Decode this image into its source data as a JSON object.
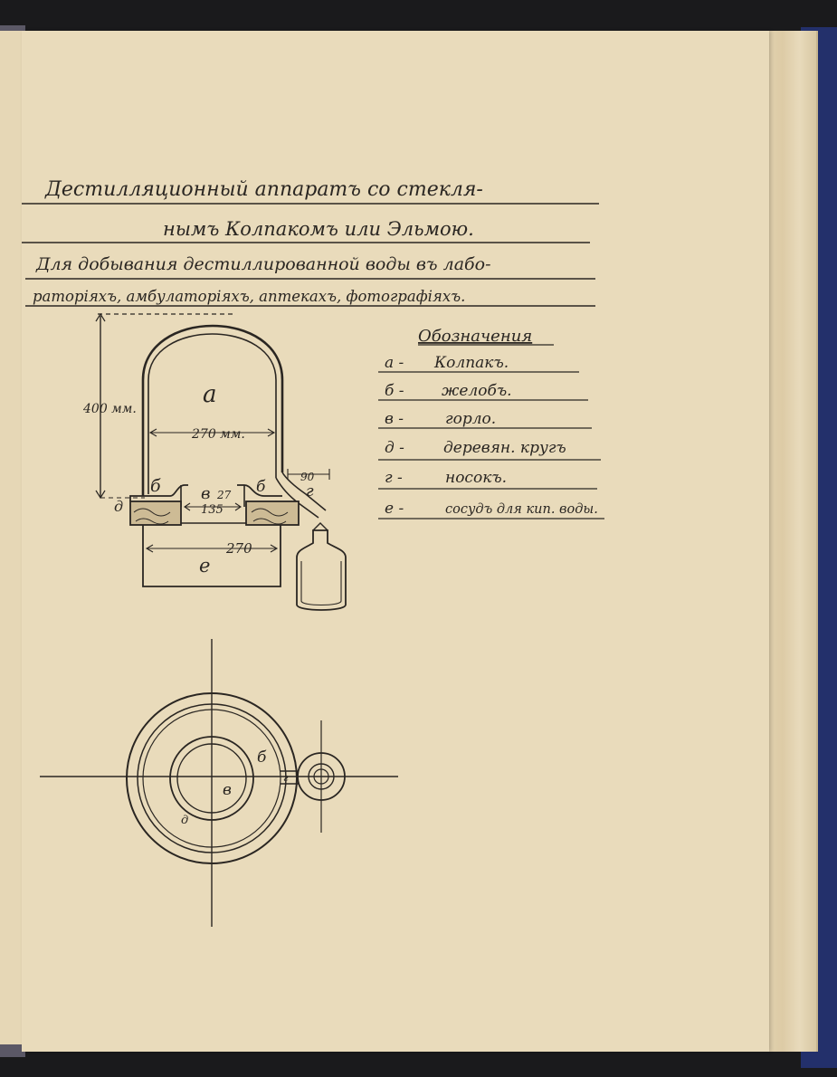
{
  "title": {
    "line1": "Дестилляционный аппаратъ со стекля-",
    "line2": "нымъ Колпакомъ или Эльмою."
  },
  "subtitle": {
    "line1": "Для добывания дестиллированной воды въ лабо-",
    "line2": "раторіяхъ, амбулаторіяхъ, аптекахъ, фотографіяхъ."
  },
  "legend": {
    "heading": "Обозначения",
    "items": [
      {
        "key": "а -",
        "text": "Колпакъ."
      },
      {
        "key": "б -",
        "text": "желобъ."
      },
      {
        "key": "в -",
        "text": "горло."
      },
      {
        "key": "д -",
        "text": "деревян. кругъ"
      },
      {
        "key": "г -",
        "text": "носокъ."
      },
      {
        "key": "е -",
        "text": "сосудъ для кип. воды."
      }
    ]
  },
  "drawing": {
    "dim_height": "400 мм.",
    "label_a": "а",
    "dim_inner": "270 мм.",
    "label_b_left": "б",
    "label_v": "в",
    "dim_v": "27",
    "label_b_right": "б",
    "dim_spout": "90",
    "label_g": "г",
    "label_d": "д",
    "dim_neck": "135",
    "dim_base": "270",
    "label_e": "е",
    "plan_label_b": "б",
    "plan_label_v": "в",
    "plan_label_d": "д",
    "plan_label_g": "г"
  }
}
